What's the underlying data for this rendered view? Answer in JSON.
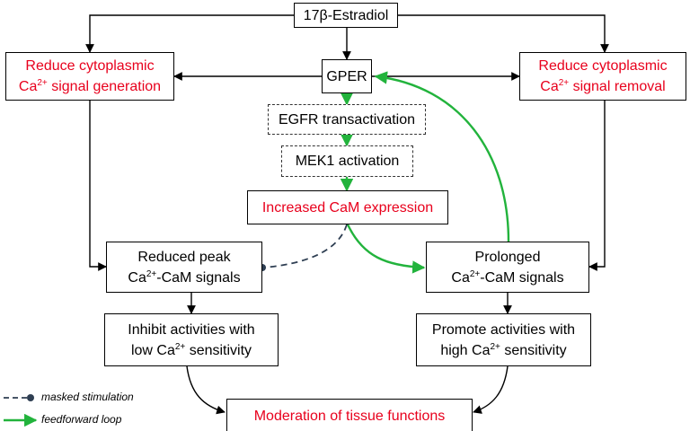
{
  "colors": {
    "arrow": "#000000",
    "feedforward": "#22b33c",
    "masked": "#2e3e52",
    "highlight_text": "#e8001c"
  },
  "nodes": {
    "estradiol": "17β-Estradiol",
    "gper": "GPER",
    "egfr": "EGFR transactivation",
    "mek1": "MEK1 activation",
    "cam": "Increased CaM expression",
    "reduce_gen": {
      "line1": "Reduce cytoplasmic",
      "ca": "Ca",
      "sup": "2+",
      "rest": " signal generation"
    },
    "reduce_rem": {
      "line1": "Reduce cytoplasmic",
      "ca": "Ca",
      "sup": "2+",
      "rest": " signal removal"
    },
    "reduced_peak": {
      "line1": "Reduced peak",
      "ca": "Ca",
      "sup": "2+",
      "rest": "-CaM signals"
    },
    "prolonged": {
      "line1": "Prolonged",
      "ca": "Ca",
      "sup": "2+",
      "rest": "-CaM signals"
    },
    "inhibit": {
      "line1": "Inhibit activities with",
      "pre": "low ",
      "ca": "Ca",
      "sup": "2+",
      "rest": " sensitivity"
    },
    "promote": {
      "line1": "Promote activities with",
      "pre": "high ",
      "ca": "Ca",
      "sup": "2+",
      "rest": " sensitivity"
    },
    "moderation": "Moderation of tissue functions"
  },
  "legend": {
    "masked": "masked stimulation",
    "feedforward": "feedforward loop"
  }
}
